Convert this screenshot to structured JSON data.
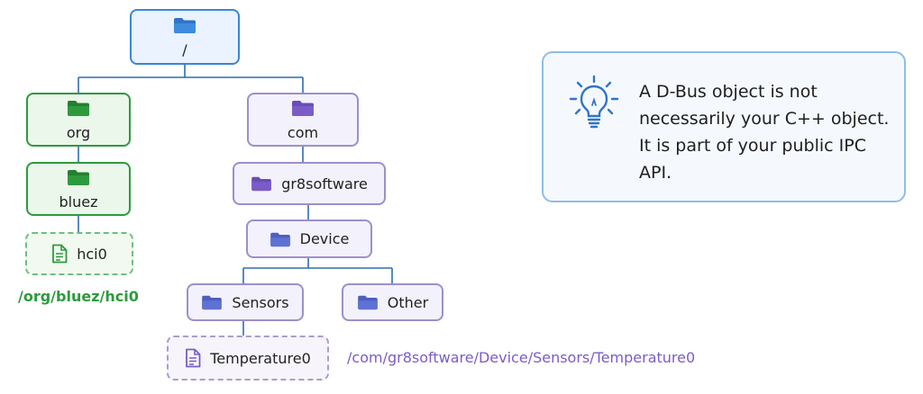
{
  "tree": {
    "root": {
      "label": "/",
      "icon": "folder-icon"
    },
    "org": {
      "label": "org",
      "icon": "folder-icon"
    },
    "bluez": {
      "label": "bluez",
      "icon": "folder-icon"
    },
    "hci0": {
      "label": "hci0",
      "icon": "file-icon"
    },
    "com": {
      "label": "com",
      "icon": "folder-icon"
    },
    "gr8software": {
      "label": "gr8software",
      "icon": "folder-icon"
    },
    "device": {
      "label": "Device",
      "icon": "folder-icon"
    },
    "sensors": {
      "label": "Sensors",
      "icon": "folder-icon"
    },
    "other": {
      "label": "Other",
      "icon": "folder-icon"
    },
    "temperature0": {
      "label": "Temperature0",
      "icon": "file-icon"
    }
  },
  "paths": {
    "hci0_path": "/org/bluez/hci0",
    "temperature0_path": "/com/gr8software/Device/Sensors/Temperature0"
  },
  "note": {
    "icon": "lightbulb-icon",
    "text": "A D-Bus object is not necessarily your C++ object. It is part of your public IPC API."
  },
  "colors": {
    "root": "#3a86d8",
    "org_branch": "#2e9a3e",
    "com_branch": "#7b5cc7",
    "connector": "#2f6db2",
    "note_border": "#8fbde8"
  }
}
